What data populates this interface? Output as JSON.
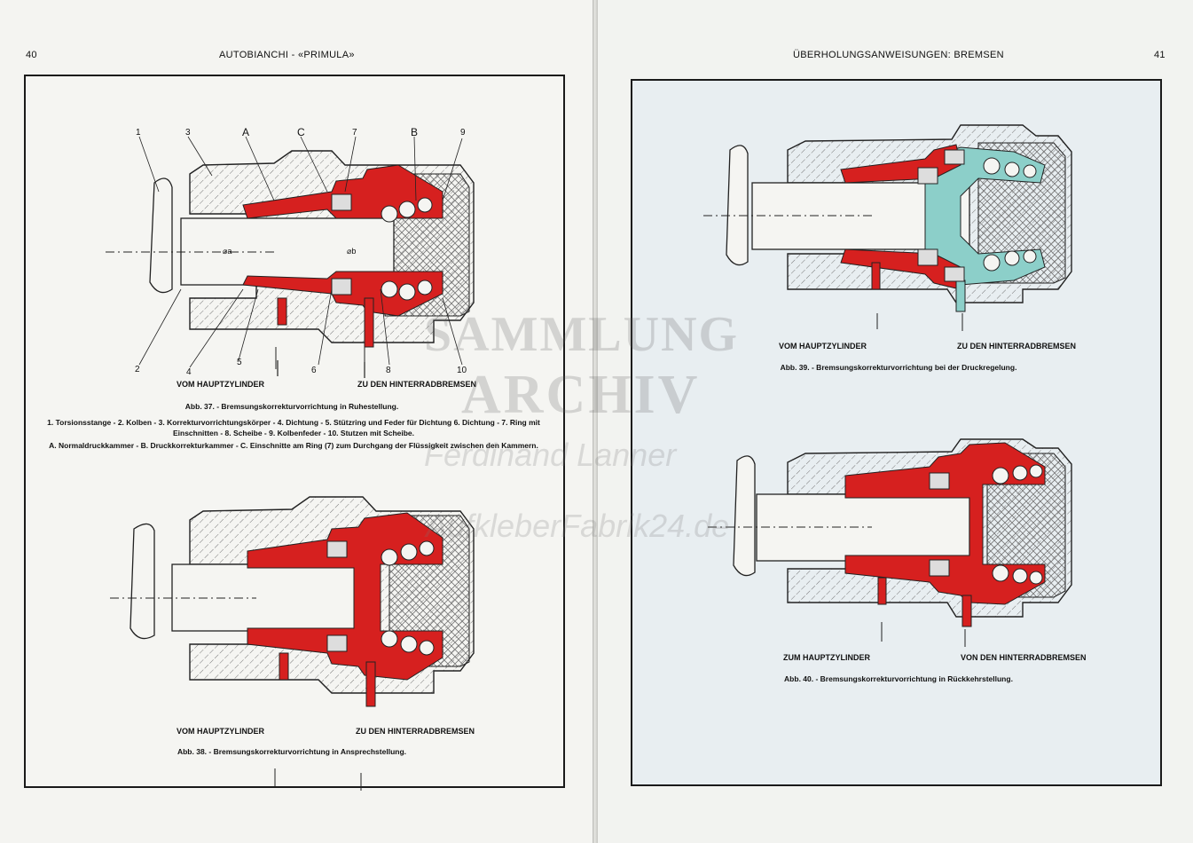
{
  "left_page": {
    "page_number": "40",
    "running_head": "AUTOBIANCHI - «PRIMULA»",
    "figure37": {
      "callouts": [
        "1",
        "3",
        "A",
        "C",
        "7",
        "B",
        "9",
        "2",
        "4",
        "5",
        "6",
        "8",
        "10"
      ],
      "dimension_a": "⌀a",
      "dimension_b": "⌀b",
      "label_left": "VOM HAUPTZYLINDER",
      "label_right": "ZU DEN HINTERRADBREMSEN",
      "caption": "Abb. 37. - Bremsungskorrekturvorrichtung in Ruhestellung.",
      "legend_parts": "1. Torsionsstange - 2. Kolben - 3. Korrekturvorrichtungskörper - 4. Dichtung - 5. Stützring und Feder für Dichtung 6. Dichtung - 7. Ring mit Einschnitten - 8. Scheibe - 9. Kolbenfeder - 10. Stutzen mit Scheibe.",
      "legend_chambers": "A. Normaldruckkammer - B. Druckkorrekturkammer - C. Einschnitte am Ring (7) zum Durchgang der Flüssigkeit zwischen den Kammern."
    },
    "figure38": {
      "label_left": "VOM HAUPTZYLINDER",
      "label_right": "ZU DEN HINTERRADBREMSEN",
      "caption": "Abb. 38. - Bremsungskorrekturvorrichtung in Ansprechstellung."
    }
  },
  "right_page": {
    "page_number": "41",
    "running_head": "ÜBERHOLUNGSANWEISUNGEN: BREMSEN",
    "figure39": {
      "label_left": "VOM HAUPTZYLINDER",
      "label_right": "ZU DEN HINTERRADBREMSEN",
      "caption": "Abb. 39. - Bremsungskorrekturvorrichtung bei der Druckregelung."
    },
    "figure40": {
      "label_left": "ZUM HAUPTZYLINDER",
      "label_right": "VON DEN HINTERRADBREMSEN",
      "caption": "Abb. 40. - Bremsungskorrekturvorrichtung in Rückkehrstellung."
    }
  },
  "watermark": {
    "line1": "SAMMLUNG",
    "line2": "ARCHIV",
    "line3": "Ferdinand Lanner",
    "line4": "AufkleberFabrik24.de"
  },
  "colors": {
    "piston_red": "#d6201f",
    "spring_teal": "#8ccfc9",
    "frame": "#1a1a1a"
  }
}
